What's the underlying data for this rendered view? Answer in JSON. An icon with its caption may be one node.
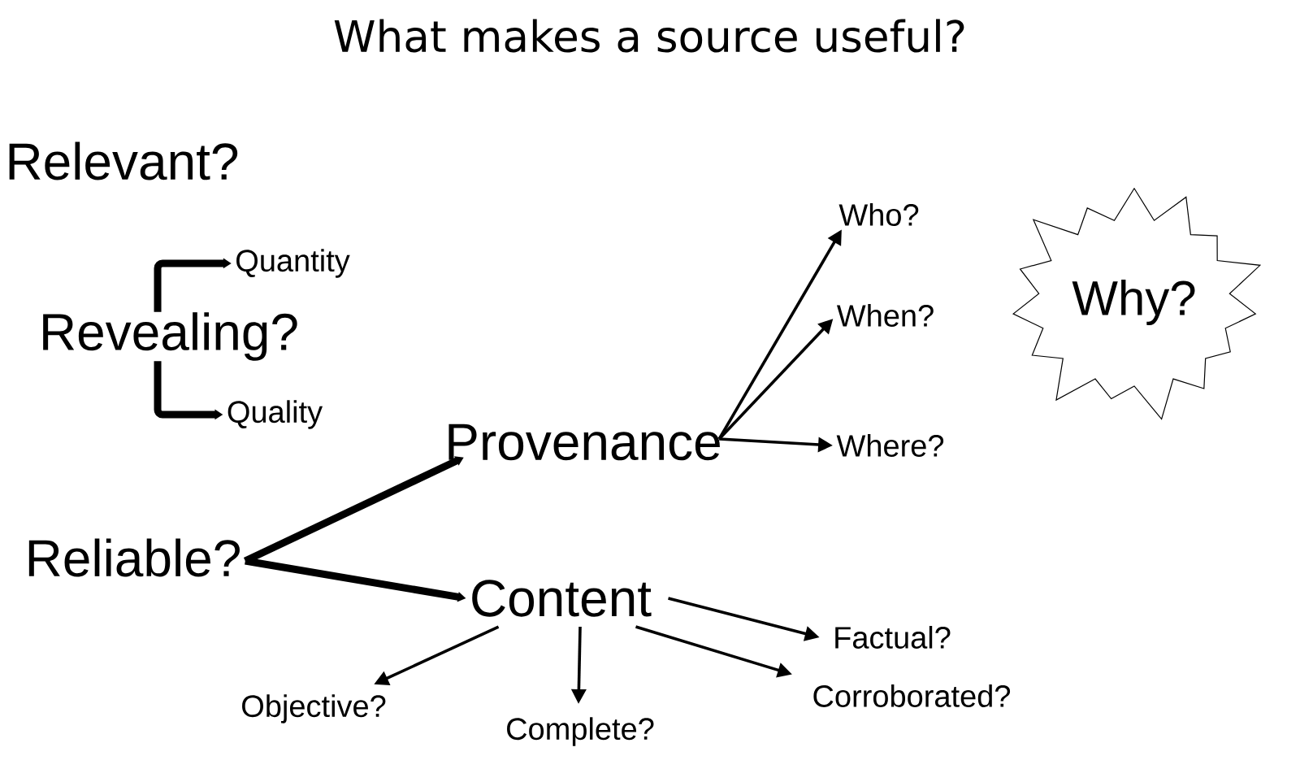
{
  "diagram": {
    "title": "What makes a source useful?",
    "nodes": [
      {
        "text": [
          "Revealing?"
        ]
      },
      {
        "text": [
          "Quantity"
        ]
      },
      {
        "text": [
          "Quality"
        ]
      },
      {
        "text": [
          "Reliable?"
        ]
      },
      {
        "text": [
          "Provenance"
        ]
      },
      {
        "text": [
          "Content"
        ]
      },
      {
        "text": [
          "Who?"
        ]
      },
      {
        "text": [
          "When?"
        ]
      },
      {
        "text": [
          "Where?"
        ]
      },
      {
        "text": [
          "Why?"
        ]
      },
      {
        "text": [
          "Factual?"
        ]
      },
      {
        "text": [
          "Objective?"
        ]
      },
      {
        "text": [
          "Complete?"
        ]
      },
      {
        "text": [
          "Corroborated?"
        ]
      }
    ],
    "edges": [
      {
        "from": 0,
        "to": 1,
        "arrow": "to",
        "style": "thick"
      },
      {
        "from": 0,
        "to": 2,
        "arrow": "to",
        "style": "thick"
      },
      {
        "from": 3,
        "to": 4,
        "arrow": "to",
        "style": "thick"
      },
      {
        "from": 3,
        "to": 5,
        "arrow": "to",
        "style": "thick"
      },
      {
        "from": 4,
        "to": 6,
        "arrow": "to"
      },
      {
        "from": 4,
        "to": 7,
        "arrow": "to"
      },
      {
        "from": 4,
        "to": 8,
        "arrow": "to"
      },
      {
        "from": 5,
        "to": 10,
        "arrow": "to"
      },
      {
        "from": 5,
        "to": 11,
        "arrow": "to"
      },
      {
        "from": 5,
        "to": 12,
        "arrow": "to"
      },
      {
        "from": 5,
        "to": 13,
        "arrow": "to"
      }
    ],
    "labels": [
      "Relevant?"
    ]
  }
}
